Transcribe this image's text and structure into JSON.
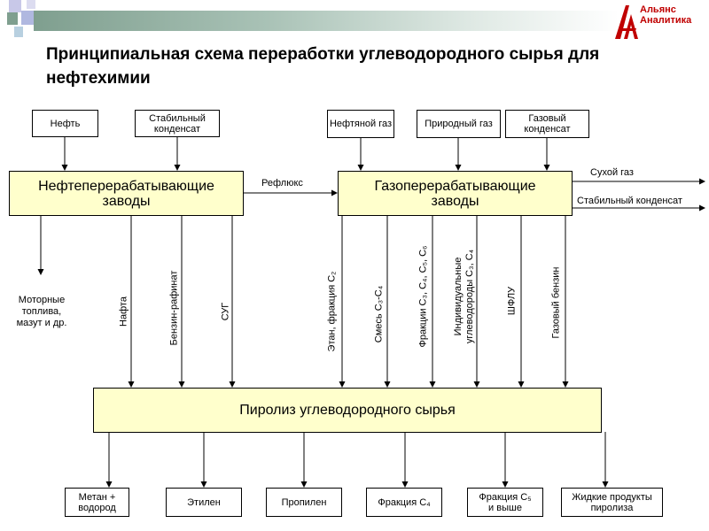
{
  "header": {
    "title": "Принципиальная схема переработки углеводородного сырья для нефтехимии",
    "logo_text_1": "Альянс",
    "logo_text_2": "Аналитика"
  },
  "inputs": {
    "oil": "Нефть",
    "stable_condensate": "Стабильный конденсат",
    "oil_gas": "Нефтяной газ",
    "natural_gas": "Природный газ",
    "gas_condensate": "Газовый конденсат"
  },
  "plants": {
    "refinery": "Нефтеперерабатывающие заводы",
    "gas_plant": "Газоперерабатывающие заводы",
    "pyrolysis": "Пиролиз углеводородного сырья"
  },
  "flows": {
    "reflux": "Рефлюкс",
    "dry_gas": "Сухой газ",
    "stable_condensate_out": "Стабильный конденсат",
    "motor_fuel": "Моторные топлива, мазут и др.",
    "naphtha": "Нафта",
    "raffinate": "Бензин-рафинат",
    "lpg": "СУГ",
    "ethane": "Этан, фракция C₂",
    "mix_c3c4": "Смесь C₃-C₄",
    "fractions": "Фракции C₃, C₄, C₅, C₆",
    "individual_1": "Индивидуальные",
    "individual_2": "углеводороды C₃, C₄",
    "ngl": "ШФЛУ",
    "gas_gasoline": "Газовый бензин"
  },
  "outputs": {
    "methane": "Метан + водород",
    "ethylene": "Этилен",
    "propylene": "Пропилен",
    "c4": "Фракция C₄",
    "c5": "Фракция C₅ и выше",
    "liquid": "Жидкие продукты пиролиза"
  },
  "colors": {
    "plant_fill": "#ffffcc",
    "logo_red": "#c00000",
    "band": "#7f9f8f"
  }
}
